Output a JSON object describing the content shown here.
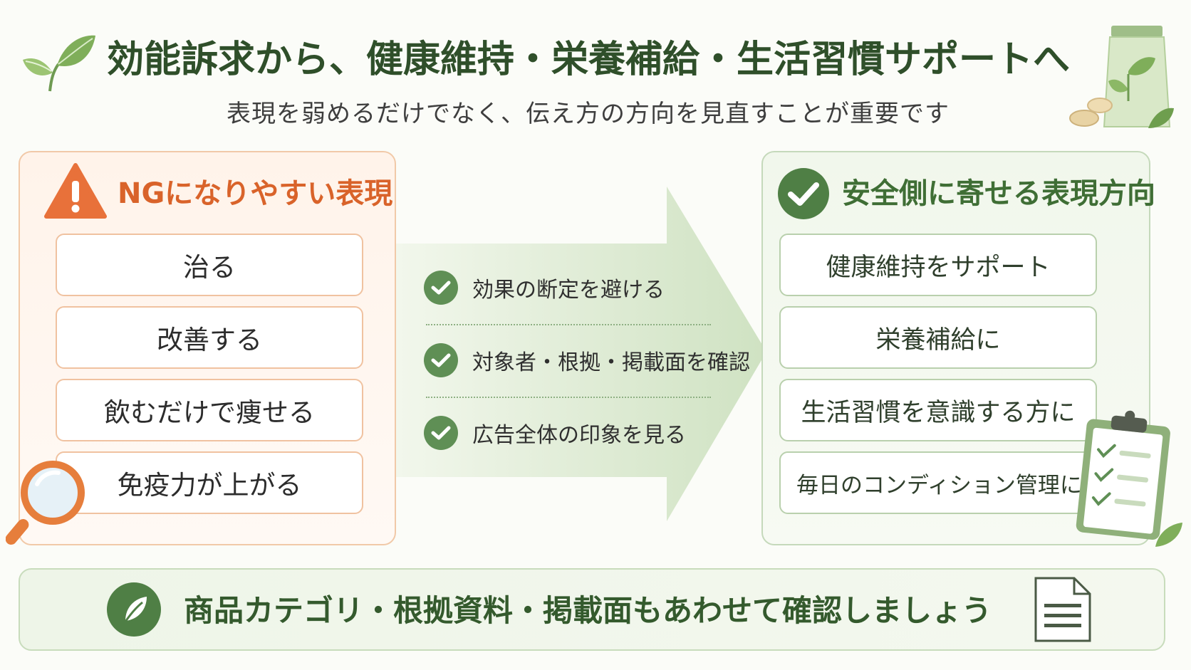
{
  "header": {
    "title": "効能訴求から、健康維持・栄養補給・生活習慣サポートへ",
    "subtitle": "表現を弱めるだけでなく、伝え方の方向を見直すことが重要です"
  },
  "ng_panel": {
    "title": "NGになりやすい表現",
    "items": [
      "治る",
      "改善する",
      "飲むだけで痩せる",
      "免疫力が上がる"
    ]
  },
  "middle": {
    "checks": [
      "効果の断定を避ける",
      "対象者・根拠・掲載面を確認",
      "広告全体の印象を見る"
    ]
  },
  "ok_panel": {
    "title": "安全側に寄せる表現方向",
    "items": [
      "健康維持をサポート",
      "栄養補給に",
      "生活習慣を意識する方に",
      "毎日のコンディション管理に"
    ]
  },
  "footer": {
    "text": "商品カテゴリ・根拠資料・掲載面もあわせて確認しましょう"
  },
  "colors": {
    "ng_accent": "#d9632a",
    "ok_accent": "#3f6e35",
    "check_green": "#5f8f55"
  },
  "icons": [
    "leaf-icon",
    "supplement-package-icon",
    "warning-icon",
    "magnifier-icon",
    "check-circle-icon",
    "clipboard-checklist-icon",
    "document-icon"
  ]
}
